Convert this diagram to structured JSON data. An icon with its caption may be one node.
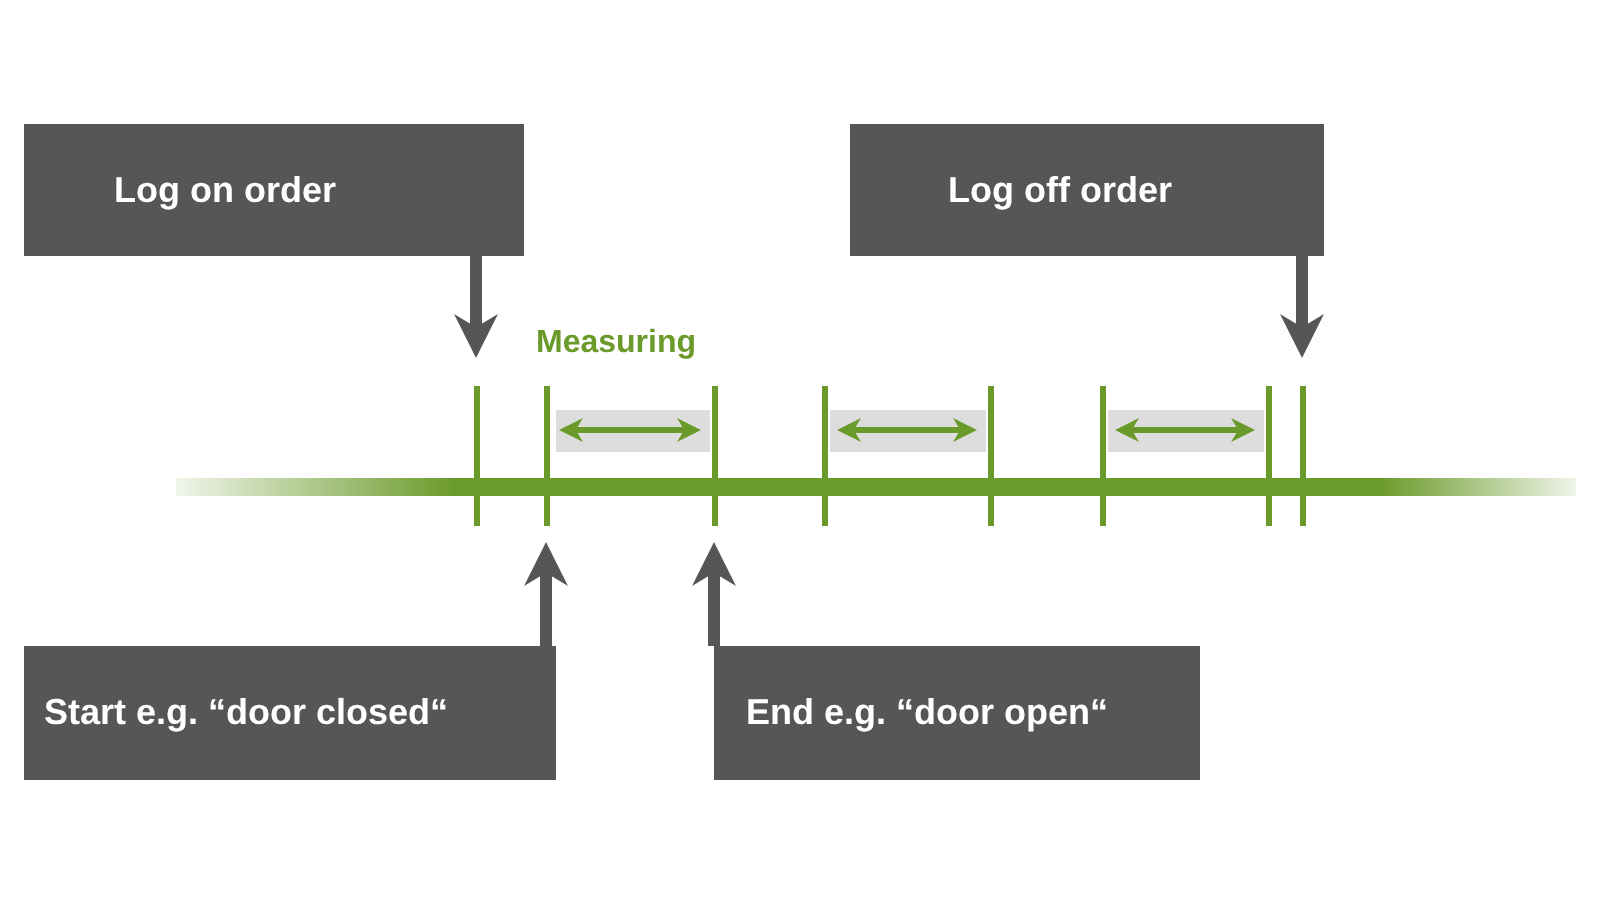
{
  "diagram": {
    "nodes": [
      {
        "text": [
          "Log on order"
        ]
      },
      {
        "text": [
          "Log off order"
        ]
      },
      {
        "text": [
          "Start e.g. “door closed“"
        ]
      },
      {
        "text": [
          "End e.g. “door open“"
        ]
      },
      {
        "text": [],
        "shape": "bar"
      },
      {
        "text": [],
        "shape": "bar"
      },
      {
        "text": [],
        "shape": "bar"
      },
      {
        "text": [],
        "shape": "bar"
      },
      {
        "text": [],
        "shape": "bar"
      },
      {
        "text": [],
        "shape": "bar"
      },
      {
        "text": [],
        "shape": "bar"
      },
      {
        "text": [],
        "shape": "bar"
      }
    ],
    "edges": [
      {
        "from": 0,
        "to": 4,
        "arrow": "to"
      },
      {
        "from": 1,
        "to": 11,
        "arrow": "to"
      },
      {
        "from": 2,
        "to": 5,
        "arrow": "to"
      },
      {
        "from": 3,
        "to": 6,
        "arrow": "to"
      },
      {
        "from": 5,
        "to": 6,
        "arrow": "both",
        "color": "#6a9a2a"
      },
      {
        "from": 7,
        "to": 8,
        "arrow": "both",
        "color": "#6a9a2a"
      },
      {
        "from": 9,
        "to": 10,
        "arrow": "both",
        "color": "#6a9a2a"
      }
    ],
    "labels": [
      "Measuring"
    ]
  }
}
